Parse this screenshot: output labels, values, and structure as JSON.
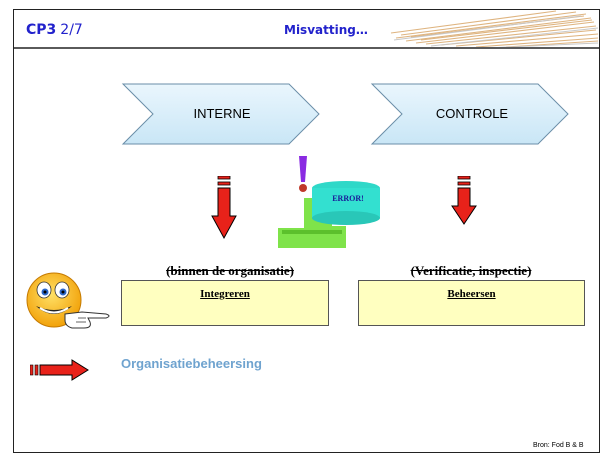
{
  "header": {
    "slide_code": "CP3",
    "slide_fraction": "2/7",
    "title": "Misvatting…"
  },
  "chevrons": [
    {
      "label": "INTERNE"
    },
    {
      "label": "CONTROLE"
    }
  ],
  "error_sign": {
    "text": "ERROR!"
  },
  "boxes": [
    {
      "caption": "(binnen de organisatie)",
      "label": "Integreren"
    },
    {
      "caption": "(Verificatie, inspectie)",
      "label": "Beheersen"
    }
  ],
  "footer": {
    "concept_label": "Organisatiebeheersing",
    "source": "Bron: Fod B & B"
  },
  "colors": {
    "title_blue": "#2222cc",
    "chevron_fill": "#d6ecf8",
    "box_fill": "#ffffc0",
    "arrow_red": "#e8221a",
    "concept_blue": "#6fa3cf",
    "error_green": "#7fe34a",
    "error_cyan": "#33e0d0"
  },
  "icons": [
    "smiley-pointing-icon",
    "red-arrow-right-icon",
    "error-computer-icon",
    "red-arrow-down-icon"
  ]
}
